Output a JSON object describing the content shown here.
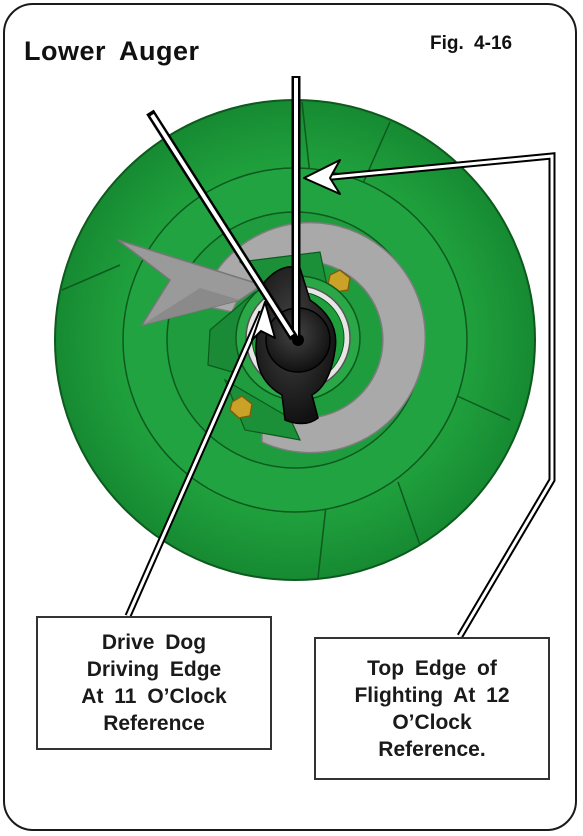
{
  "figure": {
    "title": "Lower Auger",
    "fig_label": "Fig. 4-16",
    "colors": {
      "disc_green": "#1f9e3c",
      "dark_green": "#0f6b25",
      "flight_gray": "#a9a9a9",
      "hub_black": "#1b1b1b",
      "bolt_brass": "#c9a227"
    },
    "callouts": {
      "left": {
        "lines": [
          "Drive Dog",
          "Driving Edge",
          "At 11 O’Clock",
          "Reference"
        ]
      },
      "right": {
        "lines": [
          "Top Edge of",
          "Flighting At 12",
          "O’Clock",
          "Reference."
        ]
      }
    }
  }
}
